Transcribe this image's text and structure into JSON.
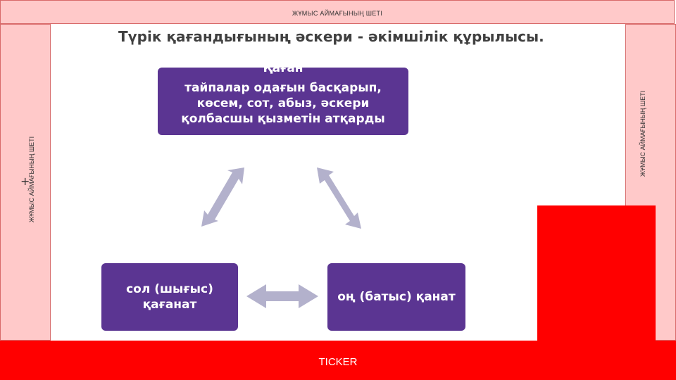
{
  "frame": {
    "top_label": "ЖҰМЫС АЙМАҒЫНЫҢ ШЕТІ",
    "left_label": "ЖҰМЫС АЙМАҒЫНЫҢ ШЕТІ",
    "right_label": "ЖҰМЫС АЙМАҒЫНЫҢ ШЕТІ",
    "plus_glyph": "+",
    "ticker": "TICKER"
  },
  "slide": {
    "title": "Түрік қағандығының әскери - әкімшілік құрылысы.",
    "nodes": {
      "top": {
        "heading": "Қаған",
        "body": "тайпалар одағын басқарып, көсем, сот, абыз, әскери қолбасшы қызметін атқарды"
      },
      "left": {
        "label": "сол (шығыс) қағанат"
      },
      "right": {
        "label": "оң (батыс) қанат"
      }
    }
  },
  "colors": {
    "node_fill": "#5b3592",
    "arrow_fill": "#b3b1cc",
    "frame_fill": "#ffc9c9",
    "accent_red": "#ff0000"
  }
}
